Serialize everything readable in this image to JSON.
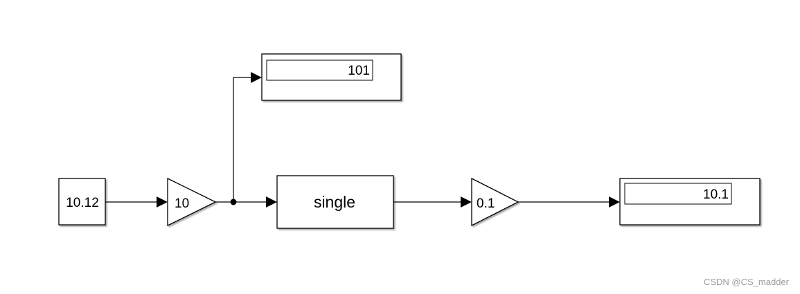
{
  "blocks": {
    "constant": {
      "value": "10.12"
    },
    "gain1": {
      "value": "10"
    },
    "convert": {
      "label": "single"
    },
    "gain2": {
      "value": "0.1"
    },
    "display_top": {
      "value": "101"
    },
    "display_right": {
      "value": "10.1"
    }
  },
  "watermark": "CSDN @CS_madder"
}
